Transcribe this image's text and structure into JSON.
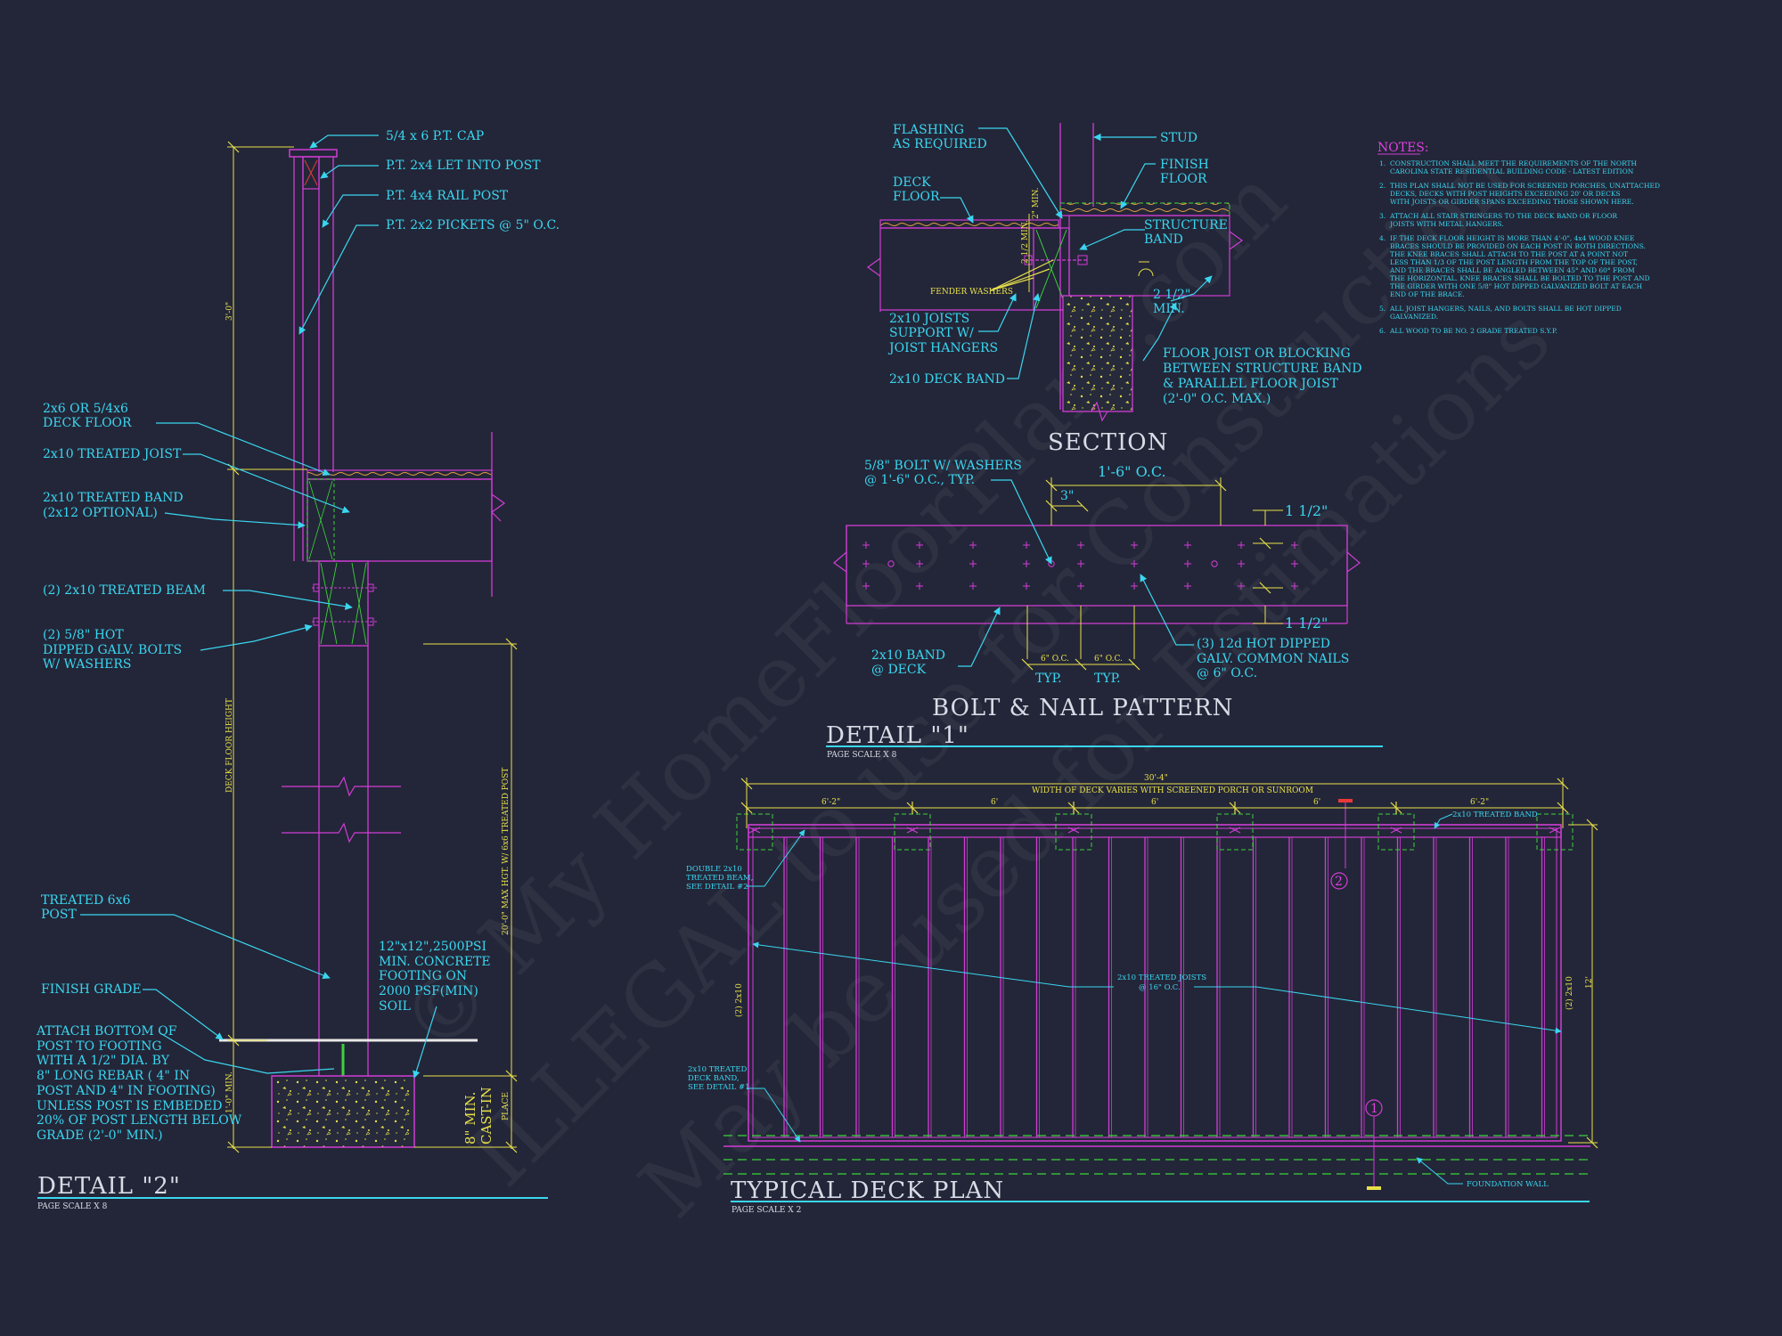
{
  "watermark": {
    "line1": "© My HomeFloorPlans.com",
    "line2": "ILLEGAL to use for Construction",
    "line3": "May be used for Estimations"
  },
  "detail2": {
    "title": "DETAIL \"2\"",
    "scale": "PAGE SCALE X 8",
    "labels": {
      "cap": "5/4 x 6 P.T. CAP",
      "let_into": "P.T. 2x4 LET INTO POST",
      "rail_post": "P.T. 4x4 RAIL POST",
      "pickets": "P.T. 2x2 PICKETS @ 5\" O.C.",
      "deck_floor_1": "2x6 OR 5/4x6",
      "deck_floor_2": "DECK FLOOR",
      "joist": "2x10 TREATED JOIST",
      "band_1": "2x10 TREATED BAND",
      "band_2": "(2x12 OPTIONAL)",
      "beam": "(2) 2x10 TREATED BEAM",
      "bolts_1": "(2) 5/8\" HOT",
      "bolts_2": "DIPPED GALV. BOLTS",
      "bolts_3": "W/ WASHERS",
      "post_1": "TREATED 6x6",
      "post_2": "POST",
      "grade": "FINISH GRADE",
      "attach_1": "ATTACH BOTTOM OF",
      "attach_2": "POST TO FOOTING",
      "attach_3": "WITH A 1/2\" DIA. BY",
      "attach_4": "8\" LONG REBAR ( 4\" IN",
      "attach_5": "POST AND 4\" IN FOOTING)",
      "attach_6": "UNLESS POST IS EMBEDED",
      "attach_7": "20% OF POST LENGTH BELOW",
      "attach_8": "GRADE (2'-0\" MIN.)",
      "footing_1": "12\"x12\",2500PSI",
      "footing_2": "MIN. CONCRETE",
      "footing_3": "FOOTING ON",
      "footing_4": "2000 PSF(MIN)",
      "footing_5": "SOIL",
      "rail_height": "3'-0\"",
      "deck_height": "DECK FLOOR HEIGHT",
      "max_height": "20'-0\" MAX HGT. W/ 6x6 TREATED POST",
      "min_depth": "1'-0\" MIN.",
      "cast_1": "8\" MIN.",
      "cast_2": "CAST-IN",
      "flange": "PLACE"
    }
  },
  "section": {
    "title": "SECTION",
    "labels": {
      "flashing_1": "FLASHING",
      "flashing_2": "AS REQUIRED",
      "stud": "STUD",
      "finish_1": "FINISH",
      "finish_2": "FLOOR",
      "deck_1": "DECK",
      "deck_2": "FLOOR",
      "structure_1": "STRUCTURE",
      "structure_2": "BAND",
      "washers": "FENDER WASHERS",
      "min_half": "2 1/2\"",
      "min_word": "MIN.",
      "min_vert": "2 1/2 MIN.",
      "min_2": "2\" MIN.",
      "joists_1": "2x10 JOISTS",
      "joists_2": "SUPPORT W/",
      "joists_3": "JOIST HANGERS",
      "deck_band": "2x10 DECK BAND",
      "blocking_1": "FLOOR JOIST OR BLOCKING",
      "blocking_2": "BETWEEN STRUCTURE BAND",
      "blocking_3": "& PARALLEL FLOOR JOIST",
      "blocking_4": "(2'-0\" O.C. MAX.)"
    }
  },
  "notes": {
    "title": "NOTES:",
    "items": [
      [
        "1.",
        "CONSTRUCTION SHALL MEET THE REQUIREMENTS OF THE NORTH",
        "CAROLINA STATE RESIDENTIAL BUILDING CODE - LATEST EDITION"
      ],
      [
        "2.",
        "THIS PLAN SHALL NOT BE USED FOR SCREENED PORCHES, UNATTACHED",
        "DECKS, DECKS WITH POST HEIGHTS EXCEEDING 20' OR DECKS",
        "WITH JOISTS OR GIRDER SPANS EXCEEDING THOSE SHOWN HERE."
      ],
      [
        "3.",
        "ATTACH ALL STAIR STRINGERS TO THE DECK BAND OR FLOOR",
        "JOISTS WITH METAL HANGERS."
      ],
      [
        "4.",
        "IF THE DECK FLOOR HEIGHT IS MORE THAN 4'-0\", 4x4 WOOD KNEE",
        "BRACES SHOULD BE PROVIDED ON EACH POST IN BOTH DIRECTIONS.",
        "THE KNEE BRACES SHALL ATTACH TO THE POST AT A POINT NOT",
        "LESS THAN 1/3 OF THE POST LENGTH FROM THE TOP OF THE POST,",
        "AND THE BRACES SHALL BE ANGLED BETWEEN 45° AND 60° FROM",
        "THE HORIZONTAL. KNEE BRACES SHALL BE BOLTED TO THE POST AND",
        "THE GIRDER WITH ONE 5/8\" HOT DIPPED GALVANIZED BOLT AT EACH",
        "END OF THE BRACE."
      ],
      [
        "5.",
        "ALL JOIST HANGERS, NAILS, AND BOLTS SHALL BE HOT DIPPED",
        "GALVANIZED."
      ],
      [
        "6.",
        "ALL WOOD TO BE NO. 2 GRADE TREATED S.Y.P."
      ]
    ]
  },
  "bolt_pattern": {
    "title": "BOLT & NAIL PATTERN",
    "labels": {
      "bolt_1": "5/8\" BOLT W/ WASHERS",
      "bolt_2": "@ 1'-6\" O.C., TYP.",
      "spacing": "1'-6\" O.C.",
      "edge": "3\"",
      "top_edge": "1 1/2\"",
      "bot_edge": "1 1/2\"",
      "band_1": "2x10 BAND",
      "band_2": "@ DECK",
      "nail_oc_1": "6\" O.C.",
      "nail_oc_2": "6\" O.C.",
      "typ_1": "TYP.",
      "typ_2": "TYP.",
      "nails_1": "(3) 12d HOT DIPPED",
      "nails_2": "GALV. COMMON NAILS",
      "nails_3": "@ 6\" O.C."
    }
  },
  "detail1": {
    "title": "DETAIL \"1\"",
    "scale": "PAGE SCALE X 8"
  },
  "deck_plan": {
    "title": "TYPICAL DECK PLAN",
    "scale": "PAGE SCALE X 2",
    "labels": {
      "overall": "30'-4\"",
      "width_note": "WIDTH OF DECK VARIES WITH SCREENED PORCH OR SUNROOM",
      "dim_1": "6'-2\"",
      "dim_2": "6'",
      "dim_3": "6'",
      "dim_4": "6'",
      "dim_5": "6'-2\"",
      "band_top": "2x10 TREATED BAND",
      "double_1": "DOUBLE 2x10",
      "double_2": "TREATED BEAM,",
      "double_3": "SEE DETAIL #2",
      "joists_1": "2x10 TREATED JOISTS",
      "joists_2": "@ 16\" O.C.",
      "left_side": "(2) 2x10",
      "right_side": "(2) 2x10",
      "depth": "12'",
      "band_1": "2x10 TREATED",
      "band_2": "DECK BAND,",
      "band_3": "SEE DETAIL #1",
      "foundation": "FOUNDATION WALL",
      "callout_1": "1",
      "callout_2": "2"
    }
  },
  "colors": {
    "background": "#232638",
    "cyan": "#3ad6f0",
    "magenta": "#d23cd6",
    "yellow": "#e8e04a",
    "green": "#3cd23c",
    "white": "#e8e8e8"
  }
}
